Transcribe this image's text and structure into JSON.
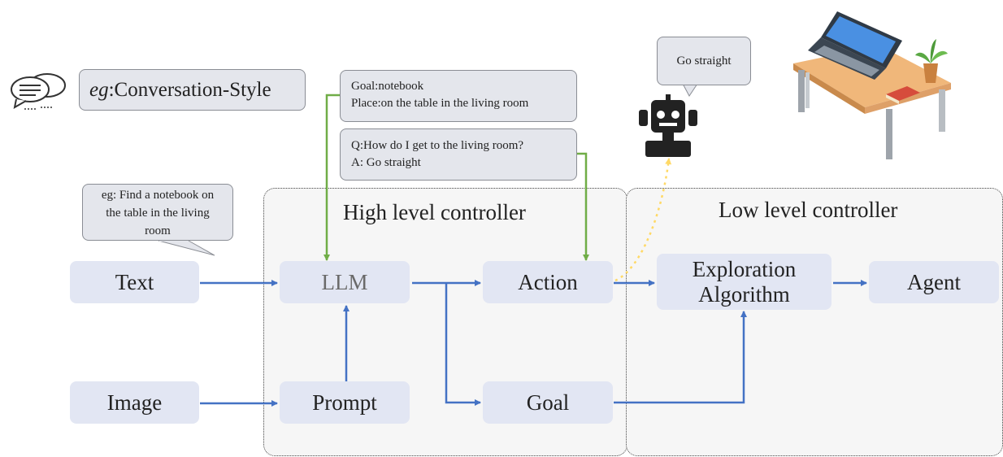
{
  "style_example": {
    "prefix": "eg",
    "text": ":Conversation-Style"
  },
  "example_bubble": {
    "line1": "eg: Find a notebook on",
    "line2": "the table in the living",
    "line3": "room"
  },
  "goal_bubble": {
    "line1": "Goal:notebook",
    "line2": "Place:on the table in the living room"
  },
  "qa_bubble": {
    "line1": "Q:How do I get to the living room?",
    "line2": "A: Go straight"
  },
  "robot_bubble": {
    "text": "Go straight"
  },
  "regions": {
    "high": "High level controller",
    "low": "Low level controller"
  },
  "nodes": {
    "text": "Text",
    "image": "Image",
    "llm": "LLM",
    "prompt": "Prompt",
    "action": "Action",
    "goal": "Goal",
    "exploration_line1": "Exploration",
    "exploration_line2": "Algorithm",
    "agent": "Agent"
  },
  "colors": {
    "node_fill": "#e2e6f3",
    "arrow_blue": "#4472c4",
    "arrow_green": "#70ad47",
    "arrow_yellow": "#ffd966"
  },
  "icons": [
    "chat-bubbles-icon",
    "robot-icon",
    "desk-laptop-icon"
  ]
}
